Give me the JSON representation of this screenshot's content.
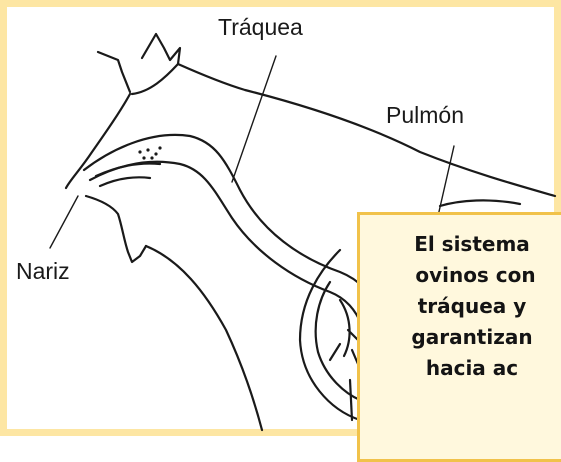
{
  "labels": {
    "trachea": "Tráquea",
    "lung": "Pulmón",
    "nose": "Nariz"
  },
  "callout": {
    "text": "El sistema\n ovinos con\ntráquea y\ngarantizan\nhacia ac"
  },
  "colors": {
    "frame": "#fde6a3",
    "callout_border": "#f1c24a",
    "callout_bg": "#fff8dd",
    "ink": "#141414"
  }
}
